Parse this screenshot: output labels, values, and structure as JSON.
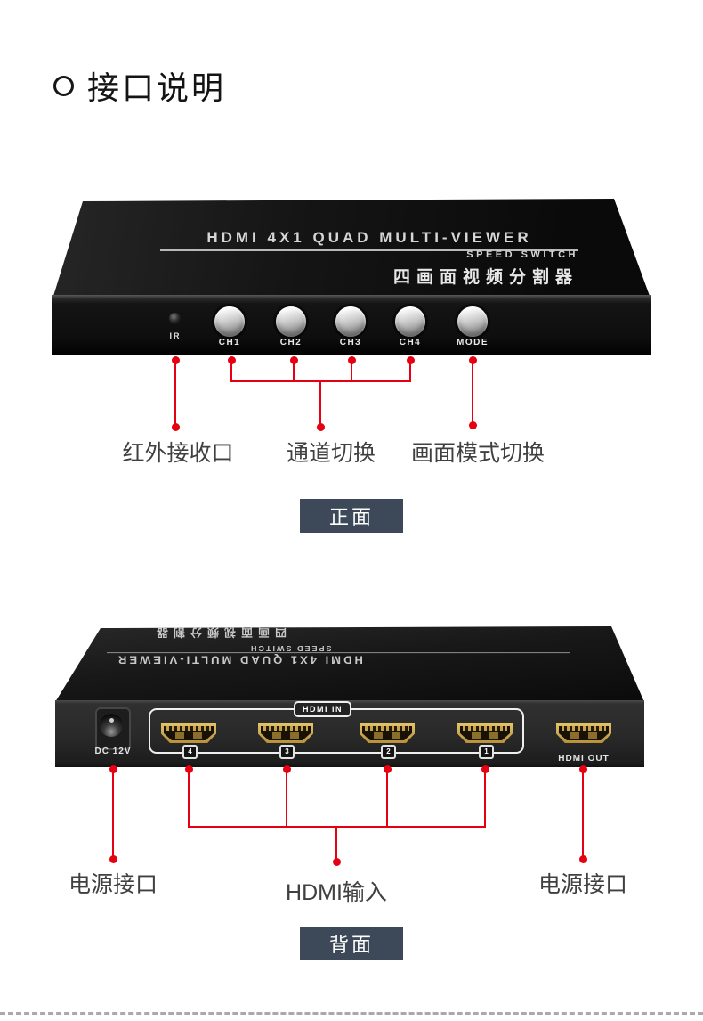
{
  "page": {
    "title": "接口说明"
  },
  "front": {
    "device": {
      "line1": "HDMI 4X1 QUAD MULTI-VIEWER",
      "line2": "SPEED SWITCH",
      "line3": "四画面视频分割器",
      "ir_label": "IR",
      "buttons": [
        "CH1",
        "CH2",
        "CH3",
        "CH4",
        "MODE"
      ]
    },
    "annotations": {
      "ir": "红外接收口",
      "channels": "通道切换",
      "mode": "画面模式切换"
    },
    "badge": "正面"
  },
  "back": {
    "device": {
      "line1": "HDMI 4X1 QUAD MULTI-VIEWER",
      "line2": "SPEED SWITCH",
      "line3": "四画面视频分割器",
      "dc_label": "DC 12V",
      "hdmi_in_label": "HDMI IN",
      "ports": [
        "4",
        "3",
        "2",
        "1"
      ],
      "hdmi_out_label": "HDMI OUT"
    },
    "annotations": {
      "power_left": "电源接口",
      "hdmi_in": "HDMI输入",
      "power_right": "电源接口"
    },
    "badge": "背面"
  },
  "colors": {
    "accent_red": "#e60012",
    "badge_bg": "#3d4858"
  }
}
